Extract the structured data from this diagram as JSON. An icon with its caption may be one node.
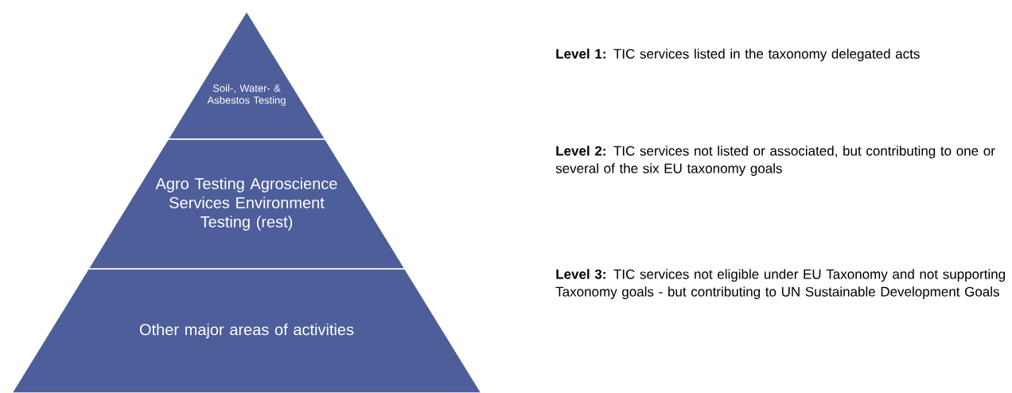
{
  "diagram": {
    "nodes": [
      {
        "text": [
          "Soil-, Water- & Asbestos Testing"
        ]
      },
      {
        "text": [
          "Agro Testing Agroscience Services Environment Testing (rest)"
        ]
      },
      {
        "text": [
          "Other major areas of activities"
        ]
      }
    ],
    "labels": [
      "**Level 1:** TIC services listed in the taxonomy delegated acts",
      "**Level 2:** TIC services not listed or associated, but contributing to one or several of the six EU taxonomy goals",
      "**Level 3:** TIC services not eligible under EU Taxonomy and not supporting Taxonomy goals - but contributing to UN Sustainable Development Goals"
    ]
  }
}
